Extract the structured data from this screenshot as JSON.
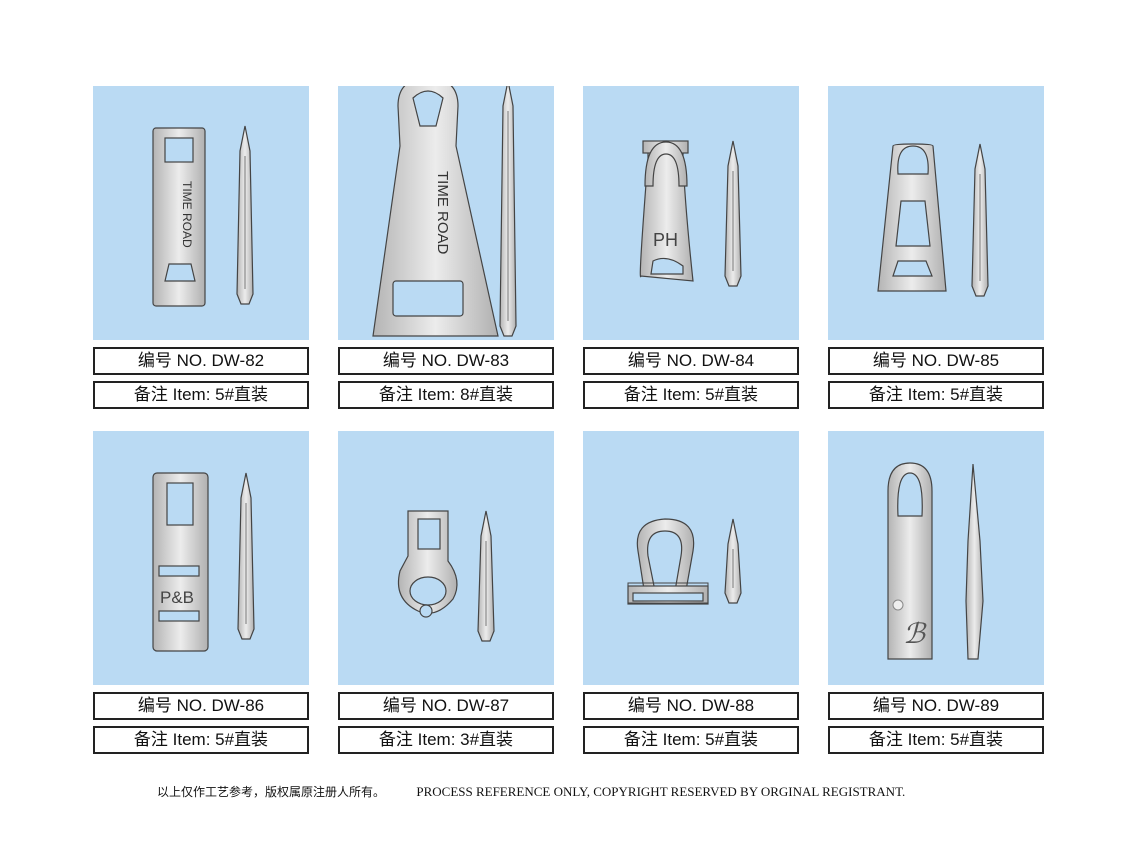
{
  "items": [
    {
      "no_label": "编号 NO.  DW-82",
      "item_label": "备注 Item:  5#直装",
      "shape": "rect-tab",
      "engraving": "TIME ROAD"
    },
    {
      "no_label": "编号 NO.  DW-83",
      "item_label": "备注 Item:  8#直装",
      "shape": "large-trapezoid",
      "engraving": "TIME ROAD"
    },
    {
      "no_label": "编号 NO.  DW-84",
      "item_label": "备注 Item:  5#直装",
      "shape": "ring-pear",
      "engraving": "PH"
    },
    {
      "no_label": "编号 NO.  DW-85",
      "item_label": "备注 Item:  5#直装",
      "shape": "ring-trapezoid",
      "engraving": ""
    },
    {
      "no_label": "编号 NO.  DW-86",
      "item_label": "备注 Item:  5#直装",
      "shape": "rect-tab-slots",
      "engraving": "P&B"
    },
    {
      "no_label": "编号 NO.  DW-87",
      "item_label": "备注 Item:  3#直装",
      "shape": "open-ring",
      "engraving": ""
    },
    {
      "no_label": "编号 NO.  DW-88",
      "item_label": "备注 Item:  5#直装",
      "shape": "ring-buckle",
      "engraving": ""
    },
    {
      "no_label": "编号 NO.  DW-89",
      "item_label": "备注 Item:  5#直装",
      "shape": "long-tab-logo",
      "engraving": ""
    }
  ],
  "footer": {
    "cn": "以上仅作工艺参考，版权属原注册人所有。",
    "en": "PROCESS REFERENCE ONLY, COPYRIGHT RESERVED BY ORGINAL REGISTRANT."
  },
  "colors": {
    "panel": "#badaf3",
    "border": "#222222",
    "metal": "#c8c8c8"
  }
}
